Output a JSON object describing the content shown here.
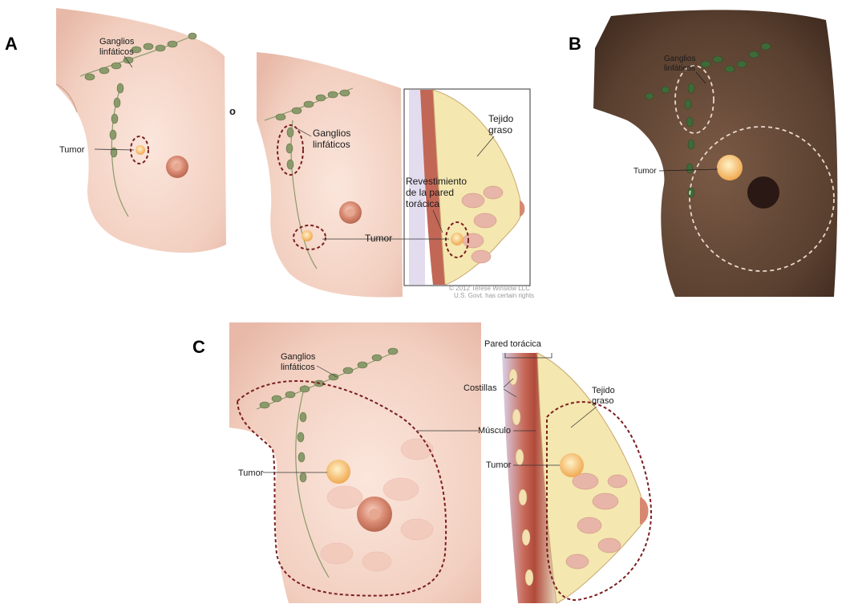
{
  "panels": {
    "a": {
      "letter": "A",
      "left_figure": {
        "nodes_label_1": "Ganglios",
        "nodes_label_2": "linfáticos",
        "tumor_label": "Tumor"
      },
      "connector": "o",
      "right_figure": {
        "nodes_label_1": "Ganglios",
        "nodes_label_2": "linfáticos",
        "fat_label_1": "Tejido",
        "fat_label_2": "graso",
        "lining_label_1": "Revestimiento",
        "lining_label_2": "de la pared",
        "lining_label_3": "torácica",
        "tumor_label": "Tumor",
        "credit_1": "© 2012 Terese Winslow LLC",
        "credit_2": "U.S. Govt. has certain rights"
      }
    },
    "b": {
      "letter": "B",
      "nodes_label_1": "Ganglios",
      "nodes_label_2": "linfáticos",
      "tumor_label": "Tumor"
    },
    "c": {
      "letter": "C",
      "nodes_label_1": "Ganglios",
      "nodes_label_2": "linfáticos",
      "tumor_label_front": "Tumor",
      "chest_wall_label": "Pared torácica",
      "ribs_label": "Costillas",
      "fat_label_1": "Tejido",
      "fat_label_2": "graso",
      "muscle_label": "Músculo",
      "tumor_label_side": "Tumor"
    }
  },
  "colors": {
    "outline": "#7a1f1f",
    "skin": "#f4d3c6",
    "node": "#8a9a6a",
    "tumor": "#f0b860",
    "fat": "#f4e7b0",
    "dark_skin": "#5a4030"
  }
}
